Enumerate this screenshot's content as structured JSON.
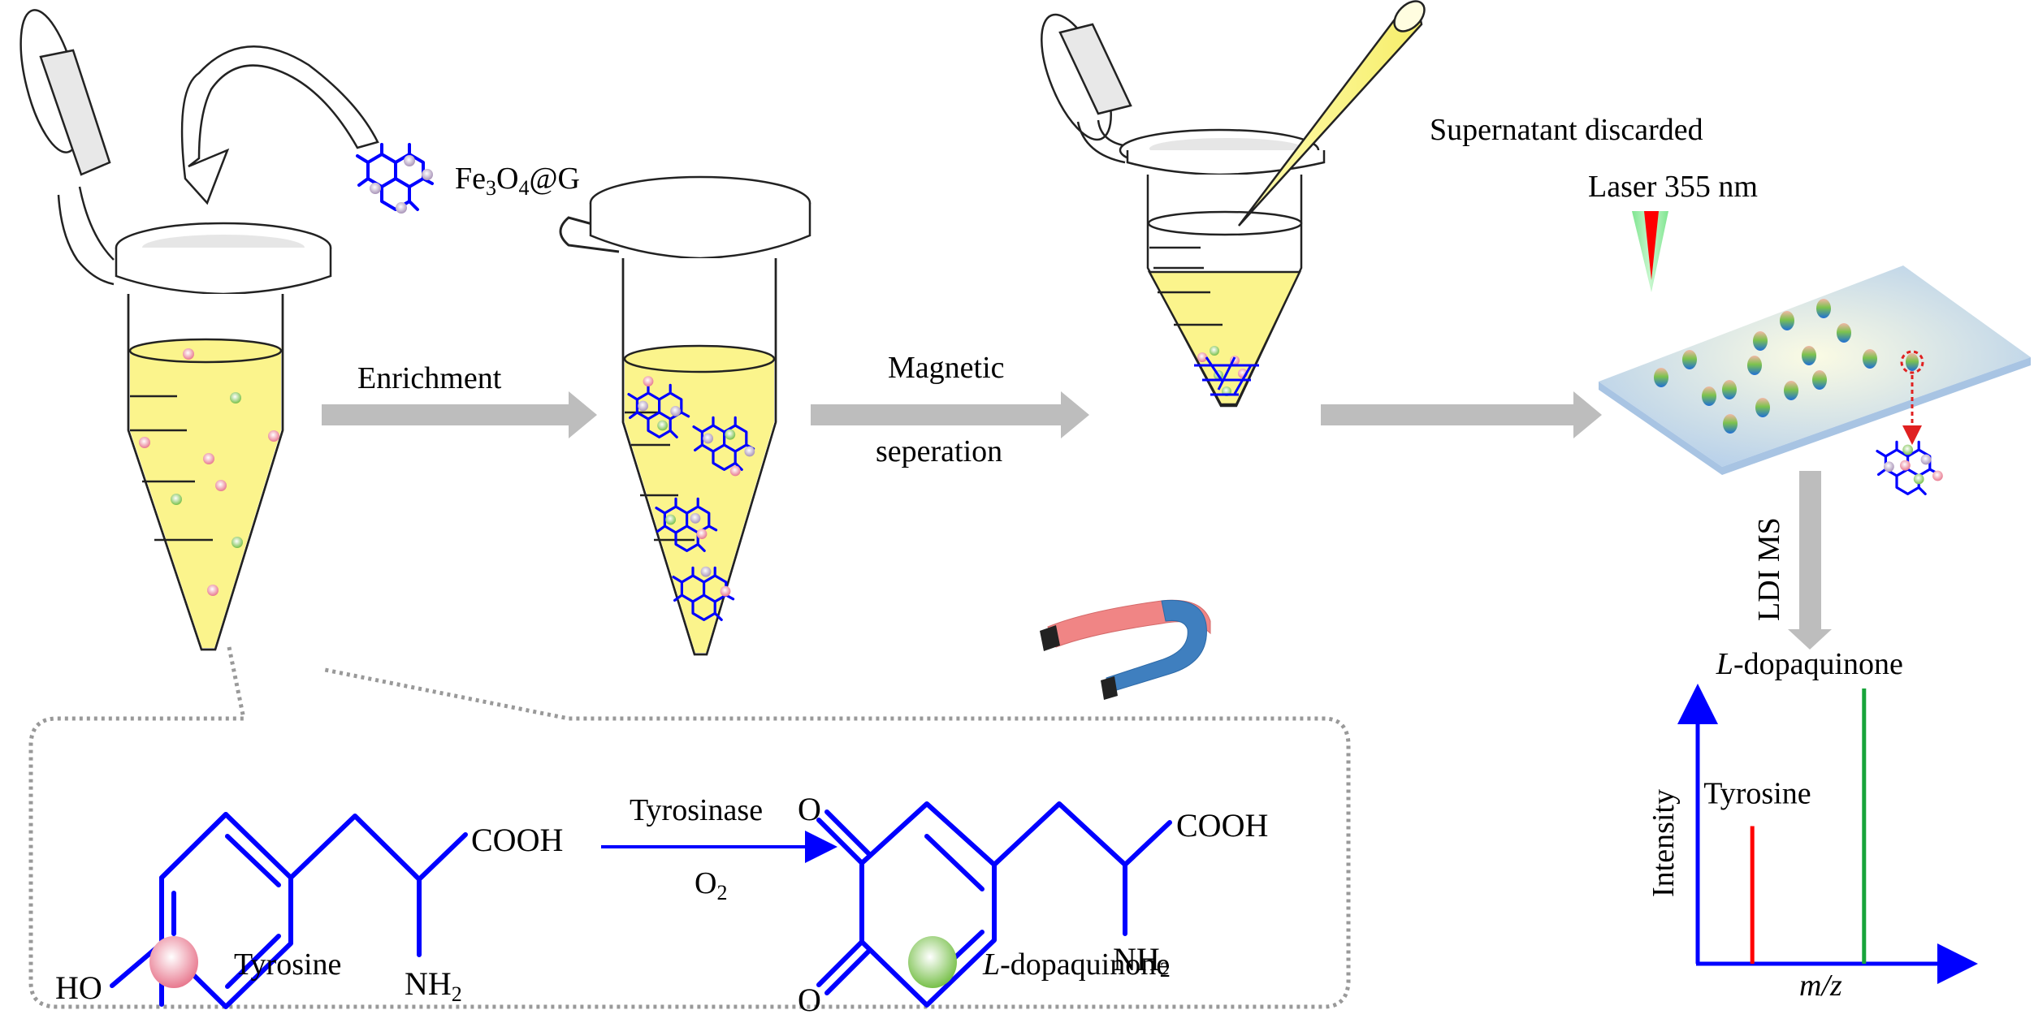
{
  "figure": {
    "reagent_label": {
      "main": "Fe",
      "s1": "3",
      "mid": "O",
      "s2": "4",
      "end": "@G"
    },
    "steps": {
      "enrichment": "Enrichment",
      "magnetic_line1": "Magnetic",
      "magnetic_line2": "seperation",
      "supernatant": "Supernatant discarded",
      "laser": "Laser 355 nm",
      "ldi_ms": "LDI MS"
    },
    "reaction": {
      "reactant": {
        "cooh": "COOH",
        "nh2": "NH",
        "nh2_sub": "2",
        "ho": "HO",
        "legend": "Tyrosine"
      },
      "enzyme": "Tyrosinase",
      "cofactor": {
        "main": "O",
        "sub": "2"
      },
      "product": {
        "cooh": "COOH",
        "nh2": "NH",
        "nh2_sub": "2",
        "o_top": "O",
        "o_bottom": "O",
        "legend_italic": "L",
        "legend_rest": "-dopaquinone"
      }
    },
    "colors": {
      "bond": "#0000ff",
      "liquid": "#fbf48c",
      "arrow_gray": "#bdbdbd",
      "tyrosine_bead": "#e8798f",
      "dopaquinone_bead": "#78c04a",
      "reagent_bead": "#b9a6c4",
      "slide": "#b7d0ea",
      "magnet_red": "#f08585",
      "magnet_blue": "#3f7fbf",
      "peak_tyrosine": "#ff0000",
      "peak_dopaquinone": "#17a43a",
      "axis": "#0000ff"
    }
  },
  "chart_data": {
    "type": "bar",
    "title": "",
    "xlabel": "m/z",
    "ylabel": "Intensity",
    "categories": [
      "Tyrosine",
      "L-dopaquinone"
    ],
    "peak_labels": [
      {
        "italic": "",
        "rest": "Tyrosine"
      },
      {
        "italic": "L",
        "rest": "-dopaquinone"
      }
    ],
    "x_positions": [
      0.21,
      0.64
    ],
    "values": [
      0.5,
      1.0
    ],
    "ylim": [
      0,
      1.0
    ],
    "xlim": [
      0,
      1.0
    ],
    "grid": false,
    "colors": [
      "#ff0000",
      "#17a43a"
    ]
  }
}
